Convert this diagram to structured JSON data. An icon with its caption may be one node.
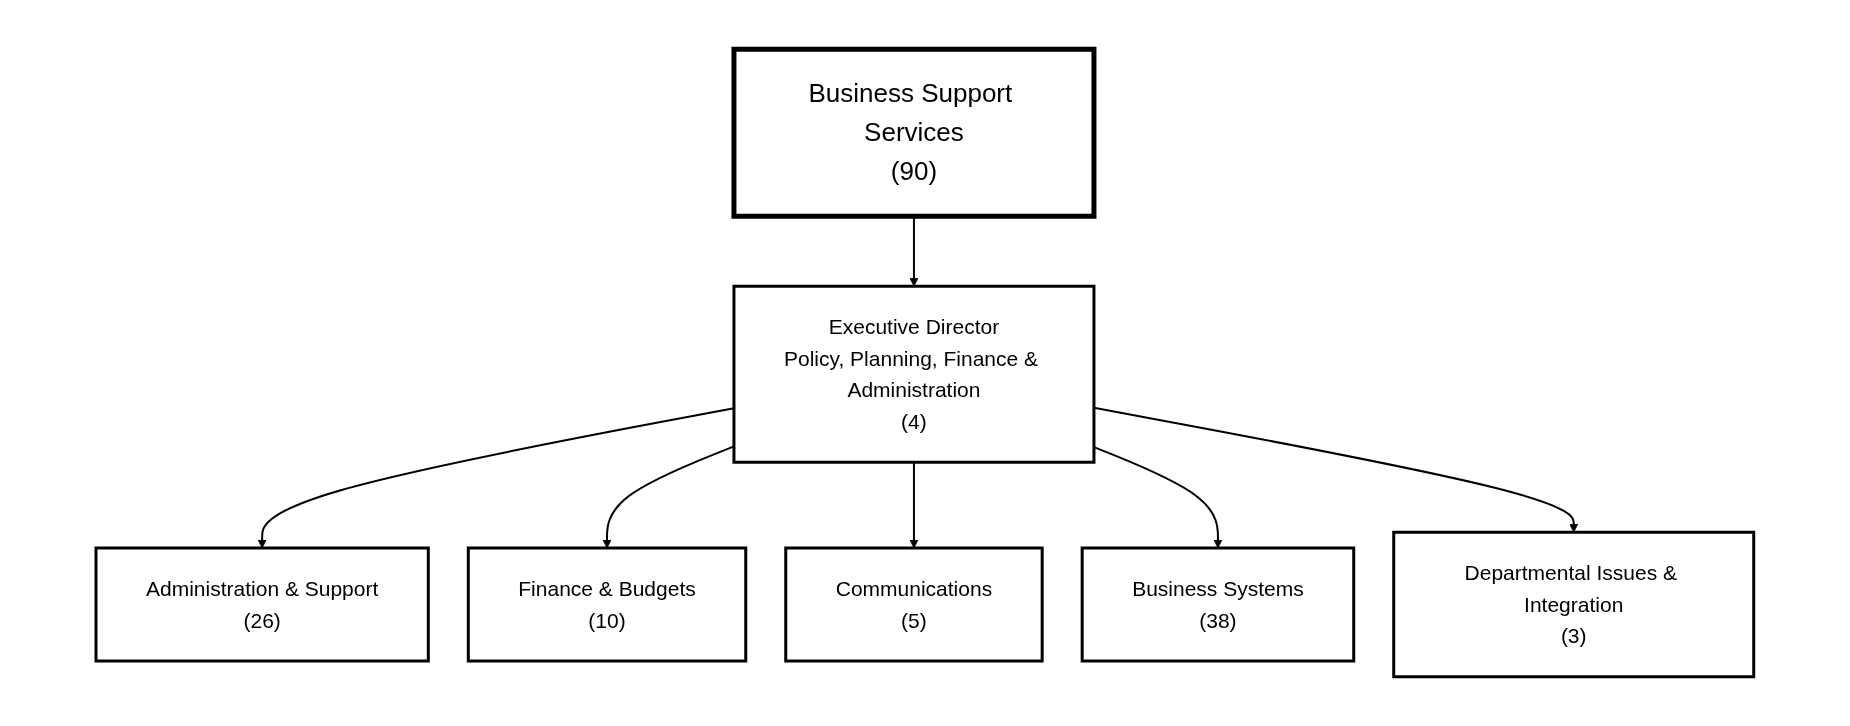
{
  "diagram": {
    "nodes": [
      {
        "text": [
          "Business Support Services",
          "(90)"
        ]
      },
      {
        "text": [
          "Executive Director",
          "Policy, Planning, Finance & Administration",
          "(4)"
        ]
      },
      {
        "text": [
          "Administration & Support",
          "(26)"
        ]
      },
      {
        "text": [
          "Finance & Budgets",
          "(10)"
        ]
      },
      {
        "text": [
          "Communications",
          "(5)"
        ]
      },
      {
        "text": [
          "Business Systems",
          "(38)"
        ]
      },
      {
        "text": [
          "Departmental Issues & Integration",
          "(3)"
        ]
      }
    ],
    "edges": [
      {
        "from": 0,
        "to": 1,
        "arrow": "to"
      },
      {
        "from": 1,
        "to": 2,
        "arrow": "to"
      },
      {
        "from": 1,
        "to": 3,
        "arrow": "to"
      },
      {
        "from": 1,
        "to": 4,
        "arrow": "to"
      },
      {
        "from": 1,
        "to": 5,
        "arrow": "to"
      },
      {
        "from": 1,
        "to": 6,
        "arrow": "to"
      }
    ]
  }
}
